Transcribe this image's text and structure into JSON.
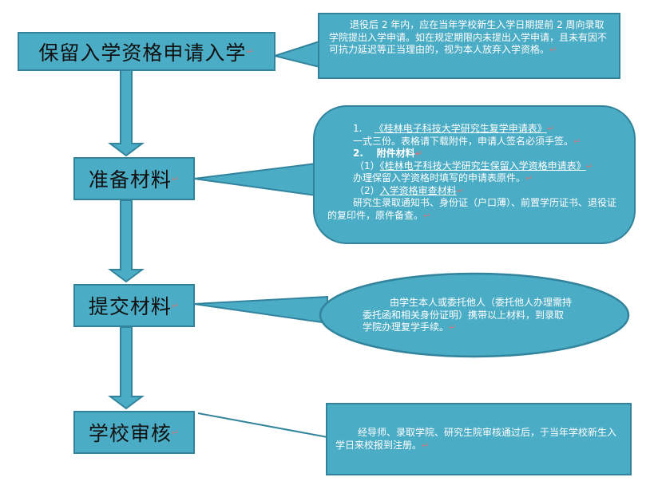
{
  "steps": [
    {
      "label": "保留入学资格申请入学"
    },
    {
      "label": "准备材料"
    },
    {
      "label": "提交材料"
    },
    {
      "label": "学校审核"
    }
  ],
  "notes": {
    "apply": "退役后 2 年内，应在当年学校新生入学日期提前 2 周向录取学院提出入学申请。如在规定期限内未提出入学申请，且未有因不可抗力延迟等正当理由的，视为本人放弃入学资格。",
    "prepare": {
      "item1_num": "1.",
      "item1_title": "《桂林电子科技大学研究生复学申请表》",
      "item1_desc": "一式三份。表格请下载附件，申请人签名必须手签。",
      "item2_num": "2.",
      "item2_title": "附件材料",
      "sub1_num": "（1）",
      "sub1_title": "《桂林电子科技大学研究生保留入学资格申请表》",
      "sub1_desc": "办理保留入学资格时填写的申请表原件。",
      "sub2_num": "（2）",
      "sub2_title": "入学资格审查材料",
      "sub2_desc": "研究生录取通知书、身份证（户口薄）、前置学历证书、退役证的复印件，原件备查。"
    },
    "submit": "由学生本人或委托他人（委托他人办理需持委托函和相关身份证明）携带以上材料，到录取学院办理复学手续。",
    "review": "经导师、录取学院、研究生院审核通过后，于当年学校新生入学日来校报到注册。"
  },
  "colors": {
    "fill": "#4bacc6",
    "border": "#31849b"
  },
  "return_mark": "↵"
}
